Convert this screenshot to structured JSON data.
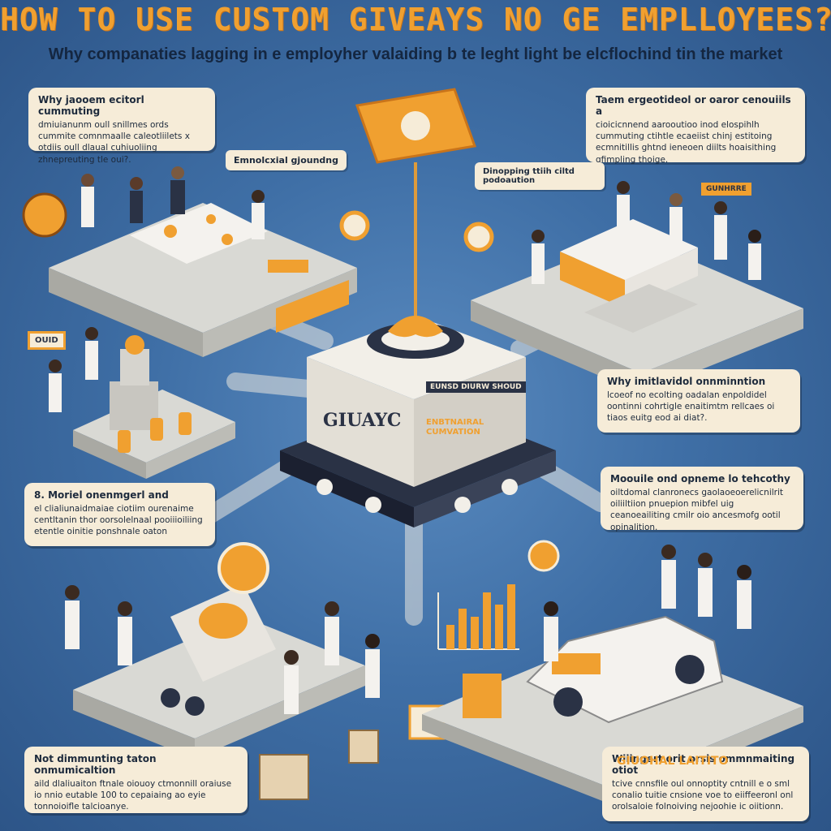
{
  "header": {
    "title": "HOW TO USE CUSTOM GIVEAYS NO GE EMPLLOYEES?",
    "subtitle": "Why companaties lagging in e employher valaiding b te leght light be elcflochind tin the market"
  },
  "callouts": {
    "top_left": {
      "head": "Why jaooem ecitorl cummuting",
      "body": "dmiuianunm oull snillmes ords cummite comnmaalle caleotliilets x otdiis oull dlaual cuhiuoliing zhnepreuting tle oui?."
    },
    "top_right": {
      "head": "Taem ergeotideol or oaror cenouiils a",
      "body": "cioicicnnend aarooutioo inod elospihlh cummuting ctihtle ecaeiist chinj estitoing ecmnitillis ghtnd ieneoen diilts hoaisithing gfimpling thoige."
    },
    "mid_right": {
      "head": "Why imitlavidol onnminntion",
      "body": "lcoeof no ecolting oadalan enpoldidel oontinni cohrtigle enaitimtm rellcaes oi tiaos euitg eod ai diat?."
    },
    "mid_right_lower": {
      "head": "Moouile ond opneme lo tehcothy",
      "body": "oiltdomal clanronecs gaolaoeoerelicnilrit oiliiltiion pnuepion mibfel uig ceanoeailiting cmilr oio ancesmofg ootil opinalition."
    },
    "mid_left": {
      "head": "8. Moriel onenmgerl and",
      "body": "el clialiunaidmaiae ciotiim ourenaime centltanin thor oorsolelnaal pooiiioiliing etentle oinitie ponshnale oaton"
    },
    "bottom_left": {
      "head": "Not dimmunting taton onmumicaltion",
      "body": "aild dlaliuaiton ftnale oiouoy ctmonnill oraiuse io nnio eutable 100 to cepaiaing ao eyie tonnoioifle talcioanye."
    },
    "bottom_right": {
      "head": "Wiiingert orit orsis ommnmaiting otiot",
      "body": "tcive cnnsfile oul onnoptity cntnill e o sml conalio tuitie cnsione voe to eiiffeeronl onl orolsaloie folnoiving nejoohie ic oiitionn."
    }
  },
  "labels": {
    "emotional_grounding": "Emnolcxial gjoundng",
    "dropping_pedestal": "Dinopping ttiih ciltd podoaution",
    "dispenser_brand": "GIUAYC",
    "dispenser_caption": "ENBTNAIRAL CUMVATION",
    "dispenser_strip": "EUNSD DIURW SHOUD",
    "car_banner": "GIUOHAL LAITITO",
    "sign_left": "OUID",
    "sign_right": "GUNHRRE"
  },
  "colors": {
    "background": "#3f6fa6",
    "accent_orange": "#f0a030",
    "panel_cream": "#f6ecd8",
    "text_dark": "#1d2a3c",
    "platform_grey": "#d9d9d4"
  }
}
